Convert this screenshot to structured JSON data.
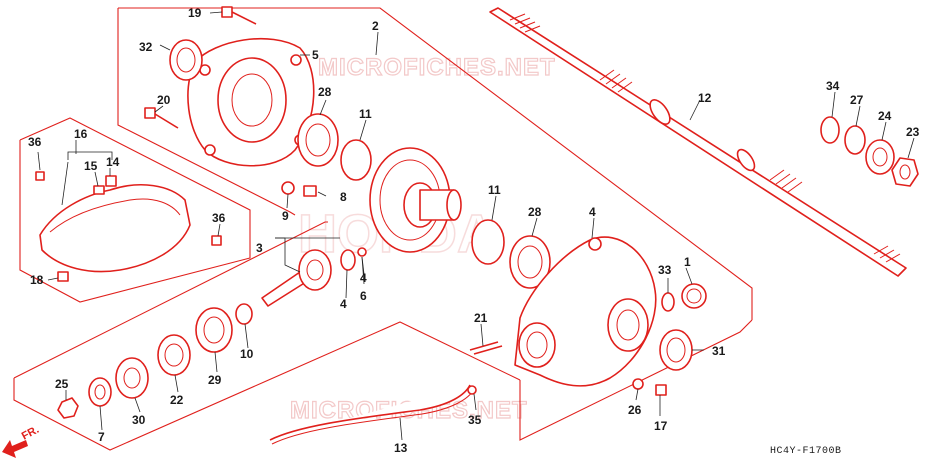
{
  "watermarks": {
    "top": "MICROFICHES.NET",
    "bottom": "MICROFICHES.NET",
    "brand": "HONDA"
  },
  "diagram_code": "HC4Y-F1700B",
  "direction_label": "FR.",
  "callouts": [
    {
      "id": "c1",
      "label": "1"
    },
    {
      "id": "c2",
      "label": "2"
    },
    {
      "id": "c3",
      "label": "3"
    },
    {
      "id": "c4a",
      "label": "4"
    },
    {
      "id": "c4b",
      "label": "4"
    },
    {
      "id": "c4c",
      "label": "4"
    },
    {
      "id": "c5",
      "label": "5"
    },
    {
      "id": "c6",
      "label": "6"
    },
    {
      "id": "c7",
      "label": "7"
    },
    {
      "id": "c8",
      "label": "8"
    },
    {
      "id": "c9",
      "label": "9"
    },
    {
      "id": "c10",
      "label": "10"
    },
    {
      "id": "c11a",
      "label": "11"
    },
    {
      "id": "c11b",
      "label": "11"
    },
    {
      "id": "c12",
      "label": "12"
    },
    {
      "id": "c13",
      "label": "13"
    },
    {
      "id": "c14",
      "label": "14"
    },
    {
      "id": "c15",
      "label": "15"
    },
    {
      "id": "c16",
      "label": "16"
    },
    {
      "id": "c17",
      "label": "17"
    },
    {
      "id": "c18",
      "label": "18"
    },
    {
      "id": "c19",
      "label": "19"
    },
    {
      "id": "c20",
      "label": "20"
    },
    {
      "id": "c21",
      "label": "21"
    },
    {
      "id": "c22",
      "label": "22"
    },
    {
      "id": "c23",
      "label": "23"
    },
    {
      "id": "c24",
      "label": "24"
    },
    {
      "id": "c25",
      "label": "25"
    },
    {
      "id": "c26",
      "label": "26"
    },
    {
      "id": "c27",
      "label": "27"
    },
    {
      "id": "c28a",
      "label": "28"
    },
    {
      "id": "c28b",
      "label": "28"
    },
    {
      "id": "c29",
      "label": "29"
    },
    {
      "id": "c30",
      "label": "30"
    },
    {
      "id": "c31",
      "label": "31"
    },
    {
      "id": "c32",
      "label": "32"
    },
    {
      "id": "c33",
      "label": "33"
    },
    {
      "id": "c34",
      "label": "34"
    },
    {
      "id": "c35",
      "label": "35"
    },
    {
      "id": "c36a",
      "label": "36"
    },
    {
      "id": "c36b",
      "label": "36"
    }
  ],
  "colors": {
    "part_stroke": "#e0201c",
    "label": "#1a1a1a",
    "watermark": "#f3c9c9"
  }
}
